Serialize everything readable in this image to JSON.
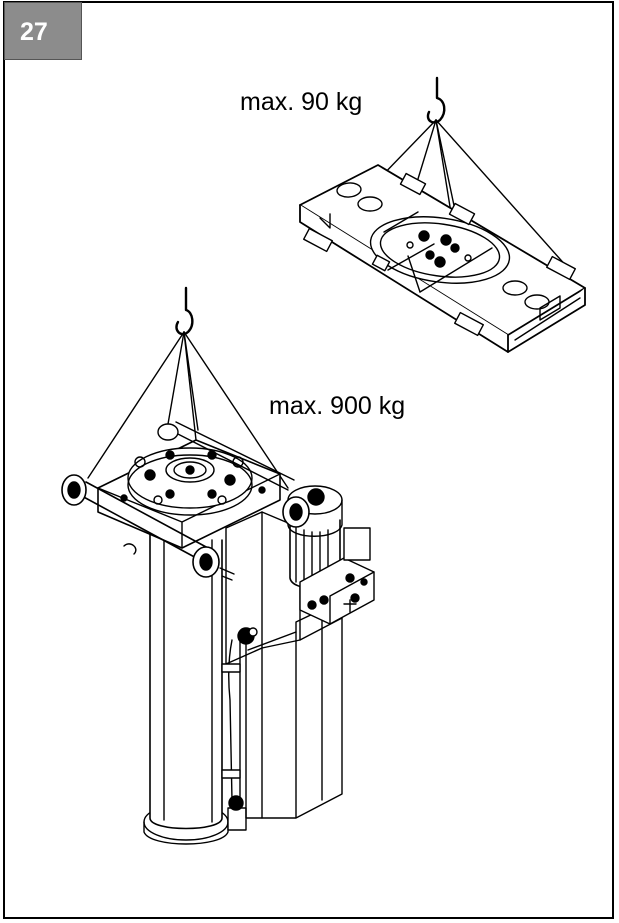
{
  "figure": {
    "step_number": "27",
    "load_top": "max. 90 kg",
    "load_bottom": "max. 900 kg"
  },
  "colors": {
    "badge_background": "#8c8c8c",
    "badge_text": "#ffffff",
    "line": "#000000"
  }
}
